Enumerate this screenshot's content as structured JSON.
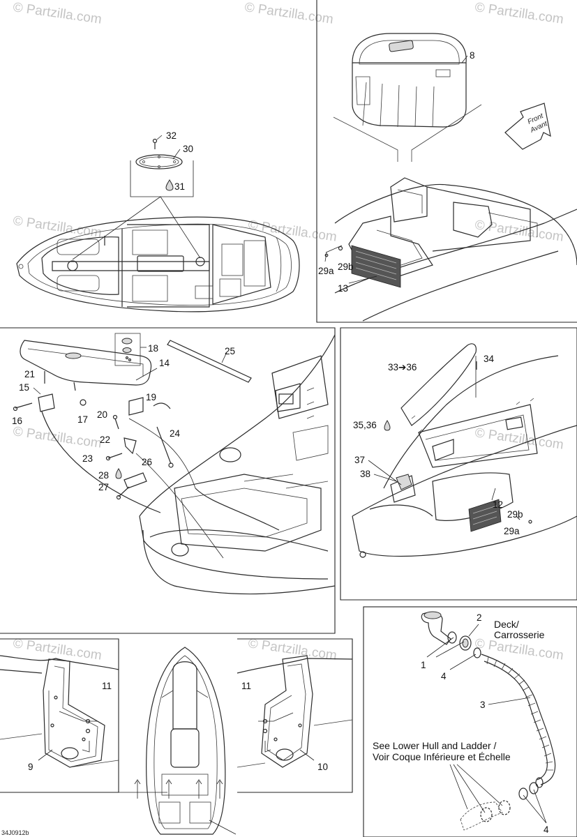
{
  "watermark": "© Partzilla.com",
  "figure_code": "34J0912b",
  "front_arrow": {
    "line1": "Front",
    "line2": "Avant"
  },
  "deck_note": {
    "line1": "Deck/",
    "line2": "Carrosserie"
  },
  "see_note": {
    "line1": "See Lower Hull and Ladder /",
    "line2": "Voir Coque Inférieure et Échelle"
  },
  "callouts": {
    "p1": "1",
    "p2": "2",
    "p3": "3",
    "p4a": "4",
    "p4b": "4",
    "p8": "8",
    "p9": "9",
    "p10": "10",
    "p11a": "11",
    "p11b": "11",
    "p12": "12",
    "p13": "13",
    "p14": "14",
    "p15": "15",
    "p16": "16",
    "p17": "17",
    "p18": "18",
    "p19": "19",
    "p20": "20",
    "p21": "21",
    "p22": "22",
    "p23": "23",
    "p24": "24",
    "p25": "25",
    "p26": "26",
    "p27": "27",
    "p28": "28",
    "p29a1": "29a",
    "p29b1": "29b",
    "p29a2": "29a",
    "p29b2": "29b",
    "p30": "30",
    "p31": "31",
    "p32": "32",
    "p33": "33➔36",
    "p34": "34",
    "p35": "35,36",
    "p37": "37",
    "p38": "38"
  }
}
